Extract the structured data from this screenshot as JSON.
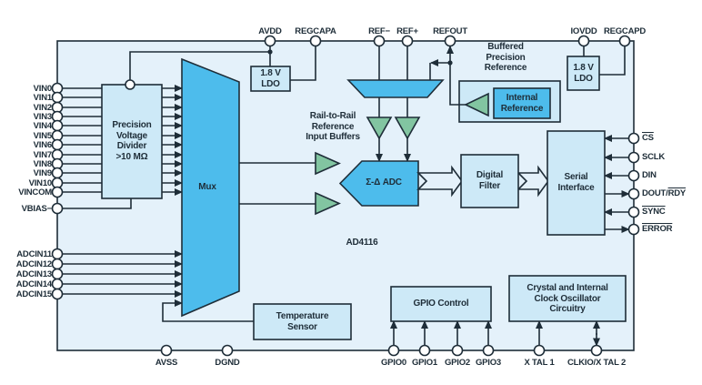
{
  "part": "AD4116",
  "colors": {
    "background": "#ffffff",
    "chip_fill": "#e4f1fa",
    "box_fill": "#cde9f7",
    "accent_fill": "#4dbcec",
    "buffer_green": "#82c5a1",
    "line": "#1e2d38",
    "pin_fill": "#ffffff"
  },
  "pins": {
    "top": [
      "AVDD",
      "REGCAPA",
      "REF−",
      "REF+",
      "REFOUT",
      "IOVDD",
      "REGCAPD"
    ],
    "left_vin": [
      "VIN0",
      "VIN1",
      "VIN2",
      "VIN3",
      "VIN4",
      "VIN5",
      "VIN6",
      "VIN7",
      "VIN8",
      "VIN9",
      "VIN10",
      "VINCOM"
    ],
    "left_vbias": "VBIAS−",
    "left_adcin": [
      "ADCIN11",
      "ADCIN12",
      "ADCIN13",
      "ADCIN14",
      "ADCIN15"
    ],
    "right": [
      {
        "pre": "",
        "ov": "CS"
      },
      {
        "pre": "SCLK",
        "ov": ""
      },
      {
        "pre": "DIN",
        "ov": ""
      },
      {
        "pre": "DOUT/",
        "ov": "RDY"
      },
      {
        "pre": "",
        "ov": "SYNC"
      },
      {
        "pre": "",
        "ov": "ERROR"
      }
    ],
    "bottom": [
      "AVSS",
      "DGND",
      "GPIO0",
      "GPIO1",
      "GPIO2",
      "GPIO3",
      "X TAL 1",
      "CLKIO/X TAL 2"
    ]
  },
  "blocks": {
    "precision_divider": "Precision\nVoltage\nDivider\n>10 MΩ",
    "mux": "Mux",
    "ldo_analog": "1.8 V\nLDO",
    "ldo_digital": "1.8 V\nLDO",
    "adc": "Σ-Δ ADC",
    "digital_filter": "Digital\nFilter",
    "serial_interface": "Serial\nInterface",
    "internal_reference": "Internal\nReference",
    "temperature_sensor": "Temperature\nSensor",
    "gpio_control": "GPIO Control",
    "clock_circuitry": "Crystal and Internal\nClock Oscillator\nCircuitry"
  },
  "annotations": {
    "buffered_precision_reference": "Buffered\nPrecision\nReference",
    "rail_to_rail": "Rail-to-Rail\nReference\nInput Buffers",
    "part_number": "AD4116"
  }
}
